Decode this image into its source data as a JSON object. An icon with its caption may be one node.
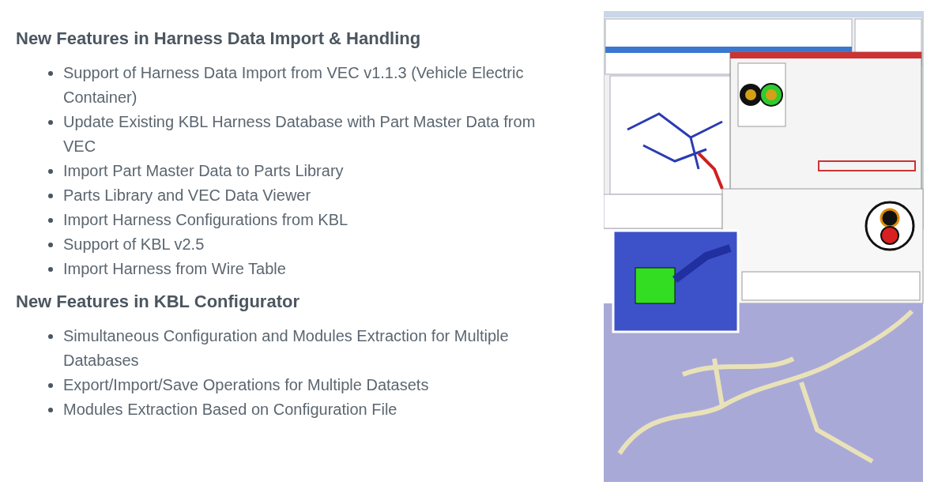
{
  "diagram": {
    "labels": [
      "New Features in Harness Data Import & Handling",
      "Support of Harness Data Import from VEC v1.1.3 (Vehicle Electric Container)",
      "Update Existing KBL Harness Database with Part Master Data from VEC",
      "Import Part Master Data to Parts Library",
      "Parts Library and VEC Data Viewer",
      "Import Harness Configurations from KBL",
      "Support of KBL v2.5",
      "Import Harness from Wire Table",
      "New Features in KBL Configurator",
      "Simultaneous Configuration and Modules Extraction for Multiple Databases",
      "Export/Import/Save Operations for Multiple Datasets",
      "Modules Extraction Based on Configuration File"
    ]
  }
}
